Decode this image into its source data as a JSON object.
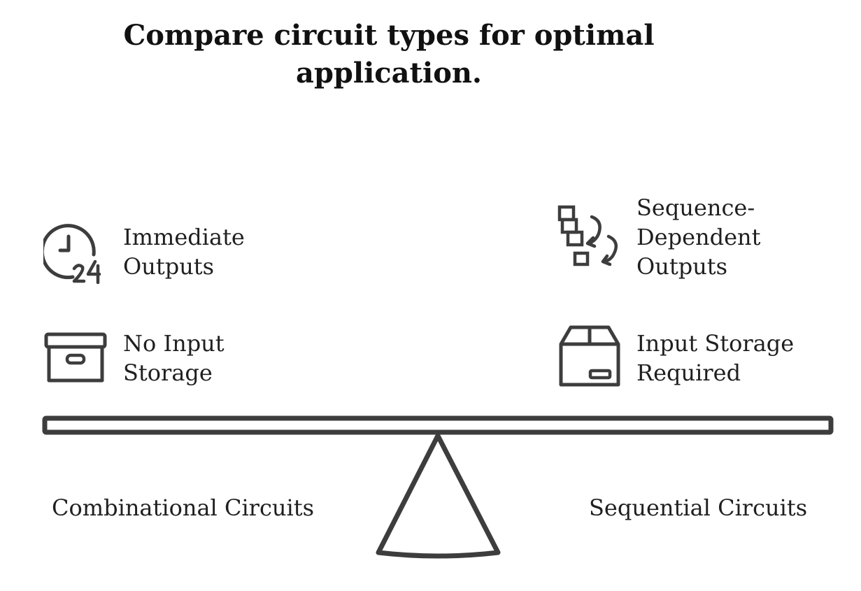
{
  "title": "Compare circuit types for optimal application.",
  "left": {
    "name": "Combinational Circuits",
    "features": [
      {
        "icon": "clock-24-icon",
        "text": "Immediate Outputs"
      },
      {
        "icon": "storage-box-icon",
        "text": "No Input Storage"
      }
    ]
  },
  "right": {
    "name": "Sequential Circuits",
    "features": [
      {
        "icon": "sequence-blocks-icon",
        "text": "Sequence-Dependent Outputs"
      },
      {
        "icon": "package-box-icon",
        "text": "Input Storage Required"
      }
    ]
  },
  "colors": {
    "ink": "#3d3d3d",
    "text": "#1f1f1f",
    "background": "#ffffff"
  }
}
